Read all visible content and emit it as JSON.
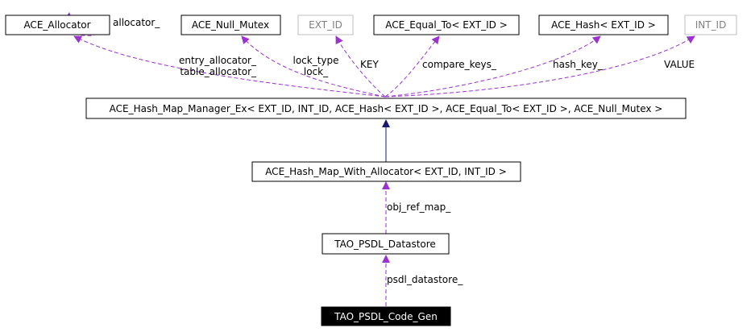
{
  "colors": {
    "node_border": "#000000",
    "template_param_border": "#bfbfbf",
    "template_param_text": "#7f7f7f",
    "highlight_fill": "#000000",
    "highlight_text": "#ffffff",
    "inheritance_edge": "#191970",
    "usage_edge": "#9a32cd"
  },
  "nodes": {
    "ace_allocator": "ACE_Allocator",
    "ace_null_mutex": "ACE_Null_Mutex",
    "ext_id": "EXT_ID",
    "ace_equal_to": "ACE_Equal_To< EXT_ID >",
    "ace_hash": "ACE_Hash< EXT_ID >",
    "int_id": "INT_ID",
    "hash_map_manager_ex": "ACE_Hash_Map_Manager_Ex< EXT_ID, INT_ID, ACE_Hash< EXT_ID >, ACE_Equal_To< EXT_ID >, ACE_Null_Mutex >",
    "hash_map_with_allocator": "ACE_Hash_Map_With_Allocator< EXT_ID, INT_ID >",
    "tao_psdl_datastore": "TAO_PSDL_Datastore",
    "tao_psdl_code_gen": "TAO_PSDL_Code_Gen"
  },
  "edge_labels": {
    "allocator": "allocator_",
    "entry_allocator": "entry_allocator_",
    "table_allocator": "table_allocator_",
    "lock_type": "lock_type",
    "lock": "lock_",
    "key": "KEY",
    "compare_keys": "compare_keys_",
    "hash_key": "hash_key_",
    "value": "VALUE",
    "obj_ref_map": "obj_ref_map_",
    "psdl_datastore": "psdl_datastore_"
  }
}
